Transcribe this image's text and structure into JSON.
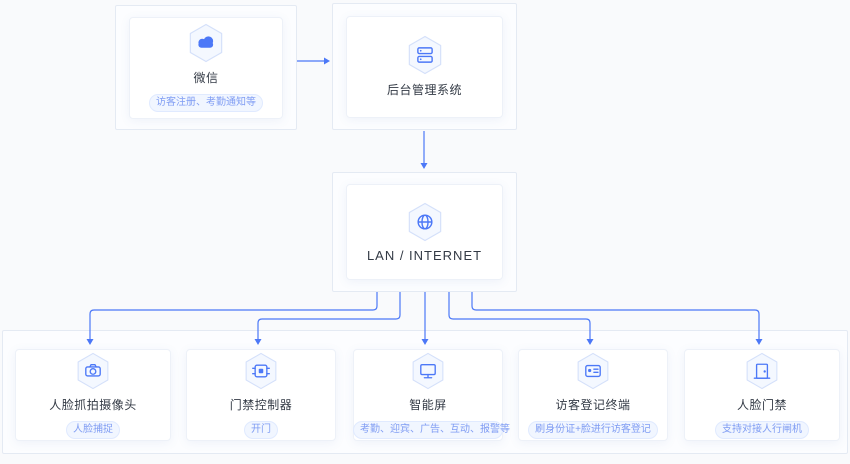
{
  "colors": {
    "accent": "#4c78f7",
    "page_bg": "#f9fafc",
    "card_bg": "#ffffff",
    "pill_bg": "#f1f6ff",
    "pill_text": "#7f9cf3",
    "title_text": "#333a45"
  },
  "nodes": {
    "wechat": {
      "title": "微信",
      "subtitle": "访客注册、考勤通知等",
      "icon": "cloud-icon"
    },
    "backend": {
      "title": "后台管理系统",
      "icon": "server-icon"
    },
    "lan": {
      "title": "LAN / INTERNET",
      "icon": "globe-icon"
    }
  },
  "devices": [
    {
      "title": "人脸抓拍摄像头",
      "subtitle": "人脸捕捉",
      "icon": "camera-icon"
    },
    {
      "title": "门禁控制器",
      "subtitle": "开门",
      "icon": "controller-icon"
    },
    {
      "title": "智能屏",
      "subtitle": "考勤、迎宾、广告、互动、报警等",
      "icon": "screen-icon"
    },
    {
      "title": "访客登记终端",
      "subtitle": "刷身份证+脸进行访客登记",
      "icon": "terminal-icon"
    },
    {
      "title": "人脸门禁",
      "subtitle": "支持对接人行闸机",
      "icon": "gate-icon"
    }
  ]
}
